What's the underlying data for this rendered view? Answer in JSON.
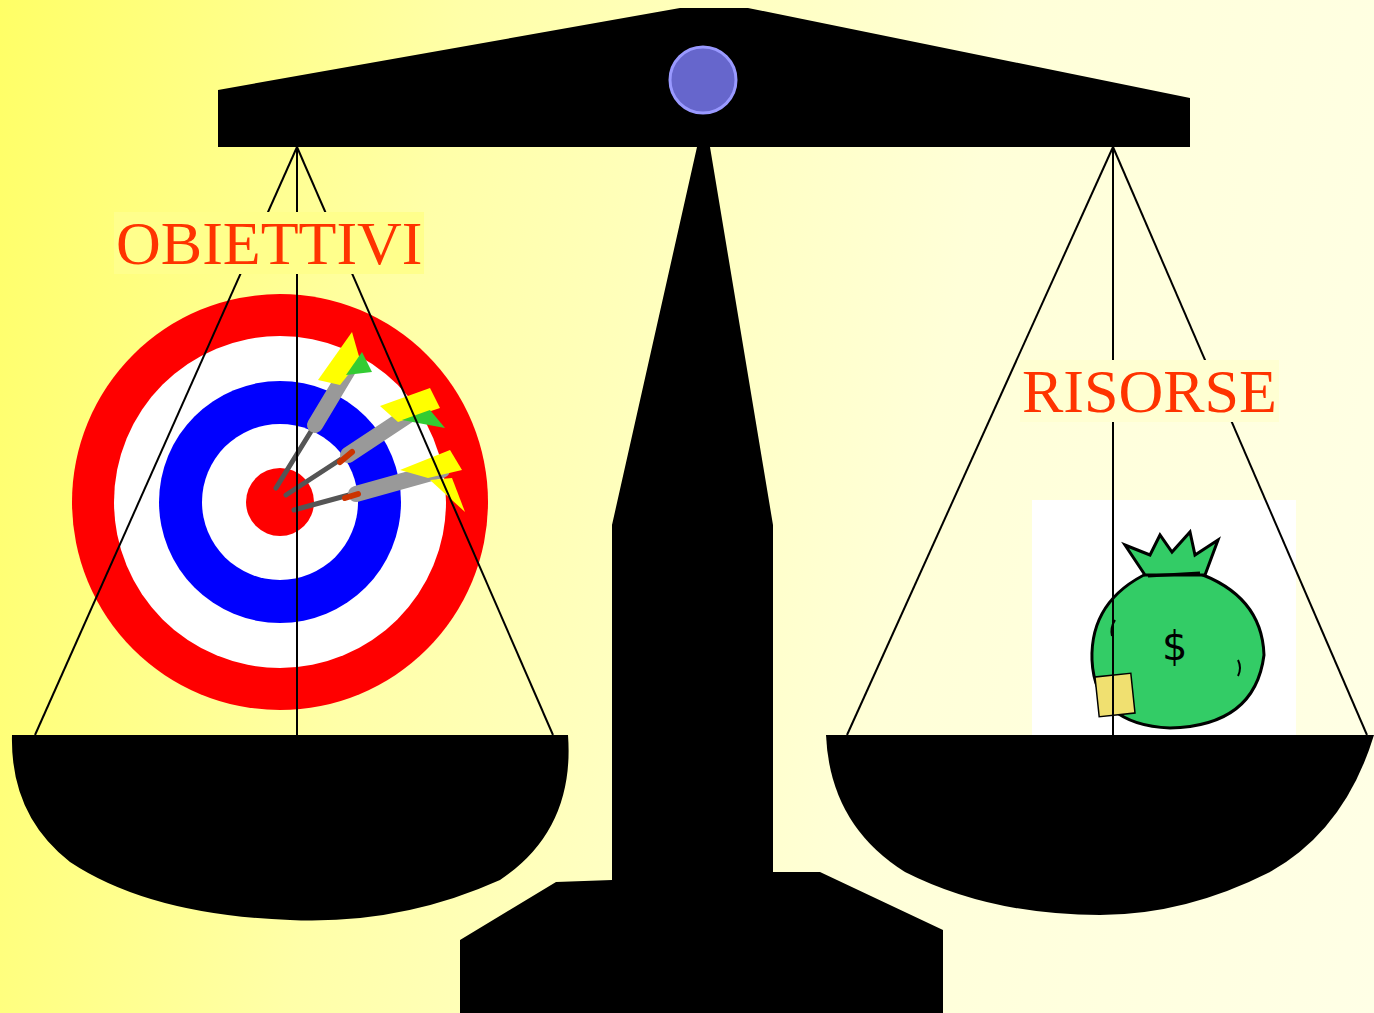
{
  "diagram": {
    "labels": [
      "OBIETTIVI",
      "RISORSE",
      "$"
    ]
  }
}
